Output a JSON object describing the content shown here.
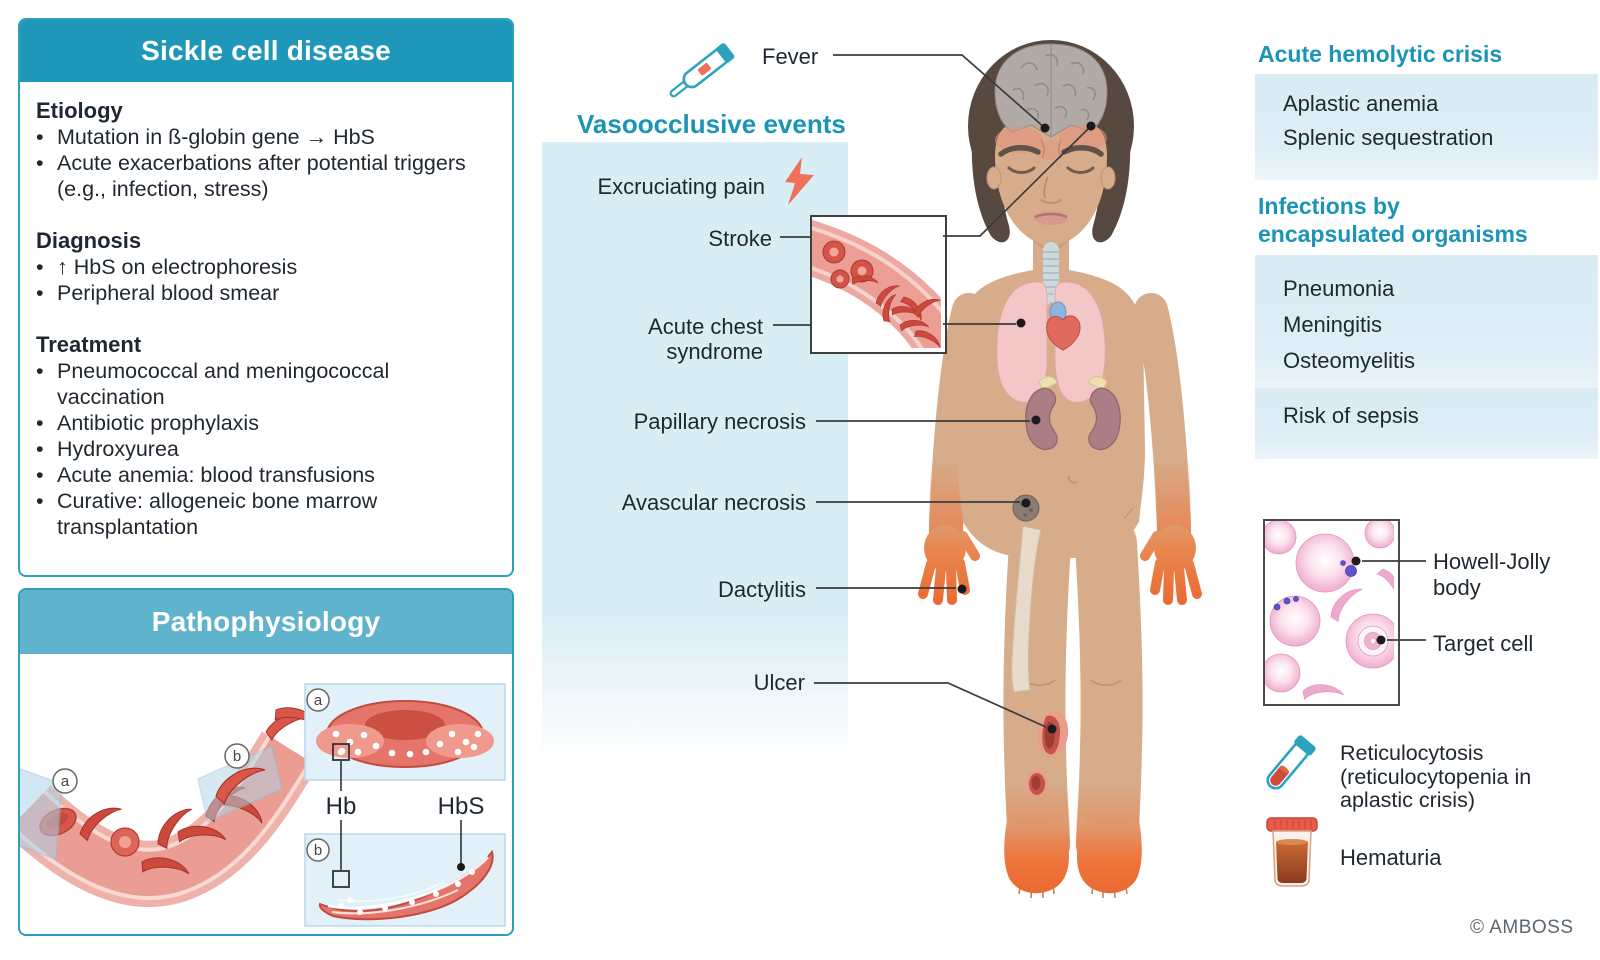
{
  "disease_panel": {
    "title": "Sickle cell disease",
    "etiology": {
      "heading": "Etiology",
      "items": [
        "Mutation in ß-globin gene → HbS",
        "Acute exacerbations after potential triggers (e.g., infection, stress)"
      ]
    },
    "diagnosis": {
      "heading": "Diagnosis",
      "items": [
        "↑ HbS on electrophoresis",
        "Peripheral blood smear"
      ]
    },
    "treatment": {
      "heading": "Treatment",
      "items": [
        "Pneumococcal and meningococcal vaccination",
        "Antibiotic prophylaxis",
        "Hydroxyurea",
        "Acute anemia: blood transfusions",
        "Curative: allogeneic bone marrow transplantation"
      ]
    }
  },
  "pathophysiology_panel": {
    "title": "Pathophysiology",
    "marker_a": "a",
    "marker_b": "b",
    "hb_label": "Hb",
    "hbs_label": "HbS"
  },
  "vasoocclusive": {
    "heading": "Vasoocclusive events",
    "fever": "Fever",
    "items": [
      "Excruciating pain",
      "Stroke",
      "Acute chest syndrome",
      "Papillary necrosis",
      "Avascular necrosis",
      "Dactylitis",
      "Ulcer"
    ]
  },
  "hemolytic": {
    "heading": "Acute hemolytic crisis",
    "items": [
      "Aplastic anemia",
      "Splenic sequestration"
    ]
  },
  "infections": {
    "heading": "Infections by encapsulated organisms",
    "items": [
      "Pneumonia",
      "Meningitis",
      "Osteomyelitis"
    ],
    "sepsis": "Risk of sepsis"
  },
  "smear": {
    "labels": [
      "Howell-Jolly body",
      "Target cell"
    ]
  },
  "findings": {
    "reticulocytosis": "Reticulocytosis (reticulocytopenia in aplastic crisis)",
    "hematuria": "Hematuria"
  },
  "credit": "© AMBOSS",
  "colors": {
    "header_teal": "#1f97b8",
    "header_teal_light": "#5fb3cc",
    "heading_text_teal": "#1b94b8",
    "panel_blue": "#d9edf5",
    "box_blue": "#d9ebf3",
    "coral": "#f0705c",
    "leader_line": "#3c3c3c"
  }
}
